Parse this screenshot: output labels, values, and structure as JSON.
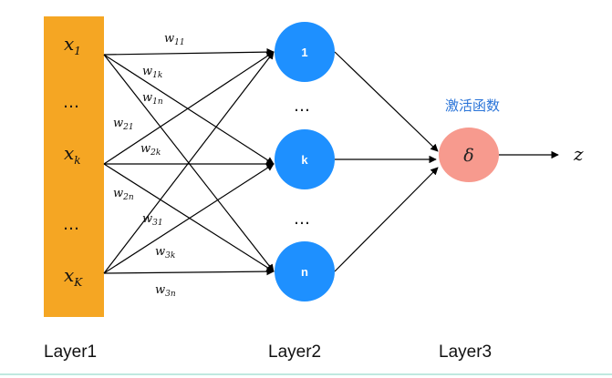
{
  "colors": {
    "input_bar": "#F5A623",
    "hidden_node": "#1E90FF",
    "output_node": "#F79A8E",
    "activation_text": "#2A74D8"
  },
  "layers": {
    "layer1": "Layer1",
    "layer2": "Layer2",
    "layer3": "Layer3"
  },
  "inputs": [
    {
      "base": "x",
      "sub": "1"
    },
    {
      "base": "x",
      "sub": "k"
    },
    {
      "base": "x",
      "sub": "K"
    }
  ],
  "input_ellipsis": [
    "…",
    "…"
  ],
  "hidden_nodes": [
    "1",
    "k",
    "n"
  ],
  "hidden_ellipsis": [
    "…",
    "…"
  ],
  "output": {
    "node": "δ",
    "activation_label": "激活函数",
    "result": "z"
  },
  "weights": [
    {
      "base": "w",
      "sub": "11"
    },
    {
      "base": "w",
      "sub": "1k"
    },
    {
      "base": "w",
      "sub": "1n"
    },
    {
      "base": "w",
      "sub": "21"
    },
    {
      "base": "w",
      "sub": "2k"
    },
    {
      "base": "w",
      "sub": "2n"
    },
    {
      "base": "w",
      "sub": "31"
    },
    {
      "base": "w",
      "sub": "3k"
    },
    {
      "base": "w",
      "sub": "3n"
    }
  ]
}
